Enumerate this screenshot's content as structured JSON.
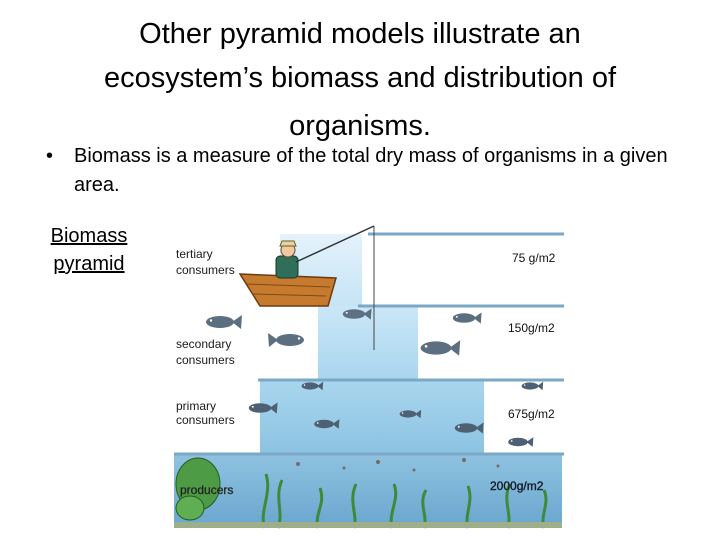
{
  "slide": {
    "title_line1": "Other pyramid models illustrate an",
    "title_line2": "ecosystem’s biomass and distribution of",
    "title_line3": "organisms.",
    "bullet_symbol": "•",
    "bullet_text": "Biomass is a measure of the total dry mass of organisms in a given area.",
    "side_label_line1": "Biomass",
    "side_label_line2": "pyramid"
  },
  "pyramid": {
    "levels": [
      {
        "label_line1": "tertiary",
        "label_line2": "consumers",
        "value": "75 g/m2"
      },
      {
        "label_line1": "secondary",
        "label_line2": "consumers",
        "value": "150g/m2"
      },
      {
        "label_line1": "primary",
        "label_line2": "consumers",
        "value": "675g/m2"
      },
      {
        "label_line1": "producers",
        "label_line2": "",
        "value": "2000g/m2"
      }
    ],
    "colors": {
      "water_top": "#bfe0f4",
      "water_mid": "#9ccde9",
      "water_bottom": "#7fb7da",
      "divider": "#6f9fbf",
      "boat": "#c8772a",
      "fish": "#556a7c"
    }
  }
}
